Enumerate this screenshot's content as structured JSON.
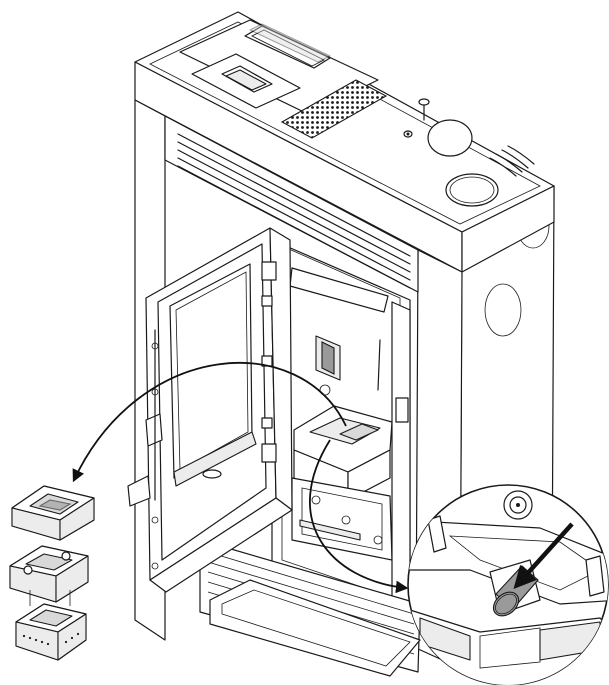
{
  "diagram": {
    "parts": [
      {
        "name": "stove-body",
        "label": ""
      },
      {
        "name": "open-door",
        "label": ""
      },
      {
        "name": "brazier-assembly",
        "label": ""
      },
      {
        "name": "detail-magnifier",
        "label": ""
      }
    ],
    "colors": {
      "line": "#1a1a1a",
      "fill": "#ffffff",
      "shade": "#d9d9d9",
      "highlight": "#9a9a9a"
    }
  }
}
